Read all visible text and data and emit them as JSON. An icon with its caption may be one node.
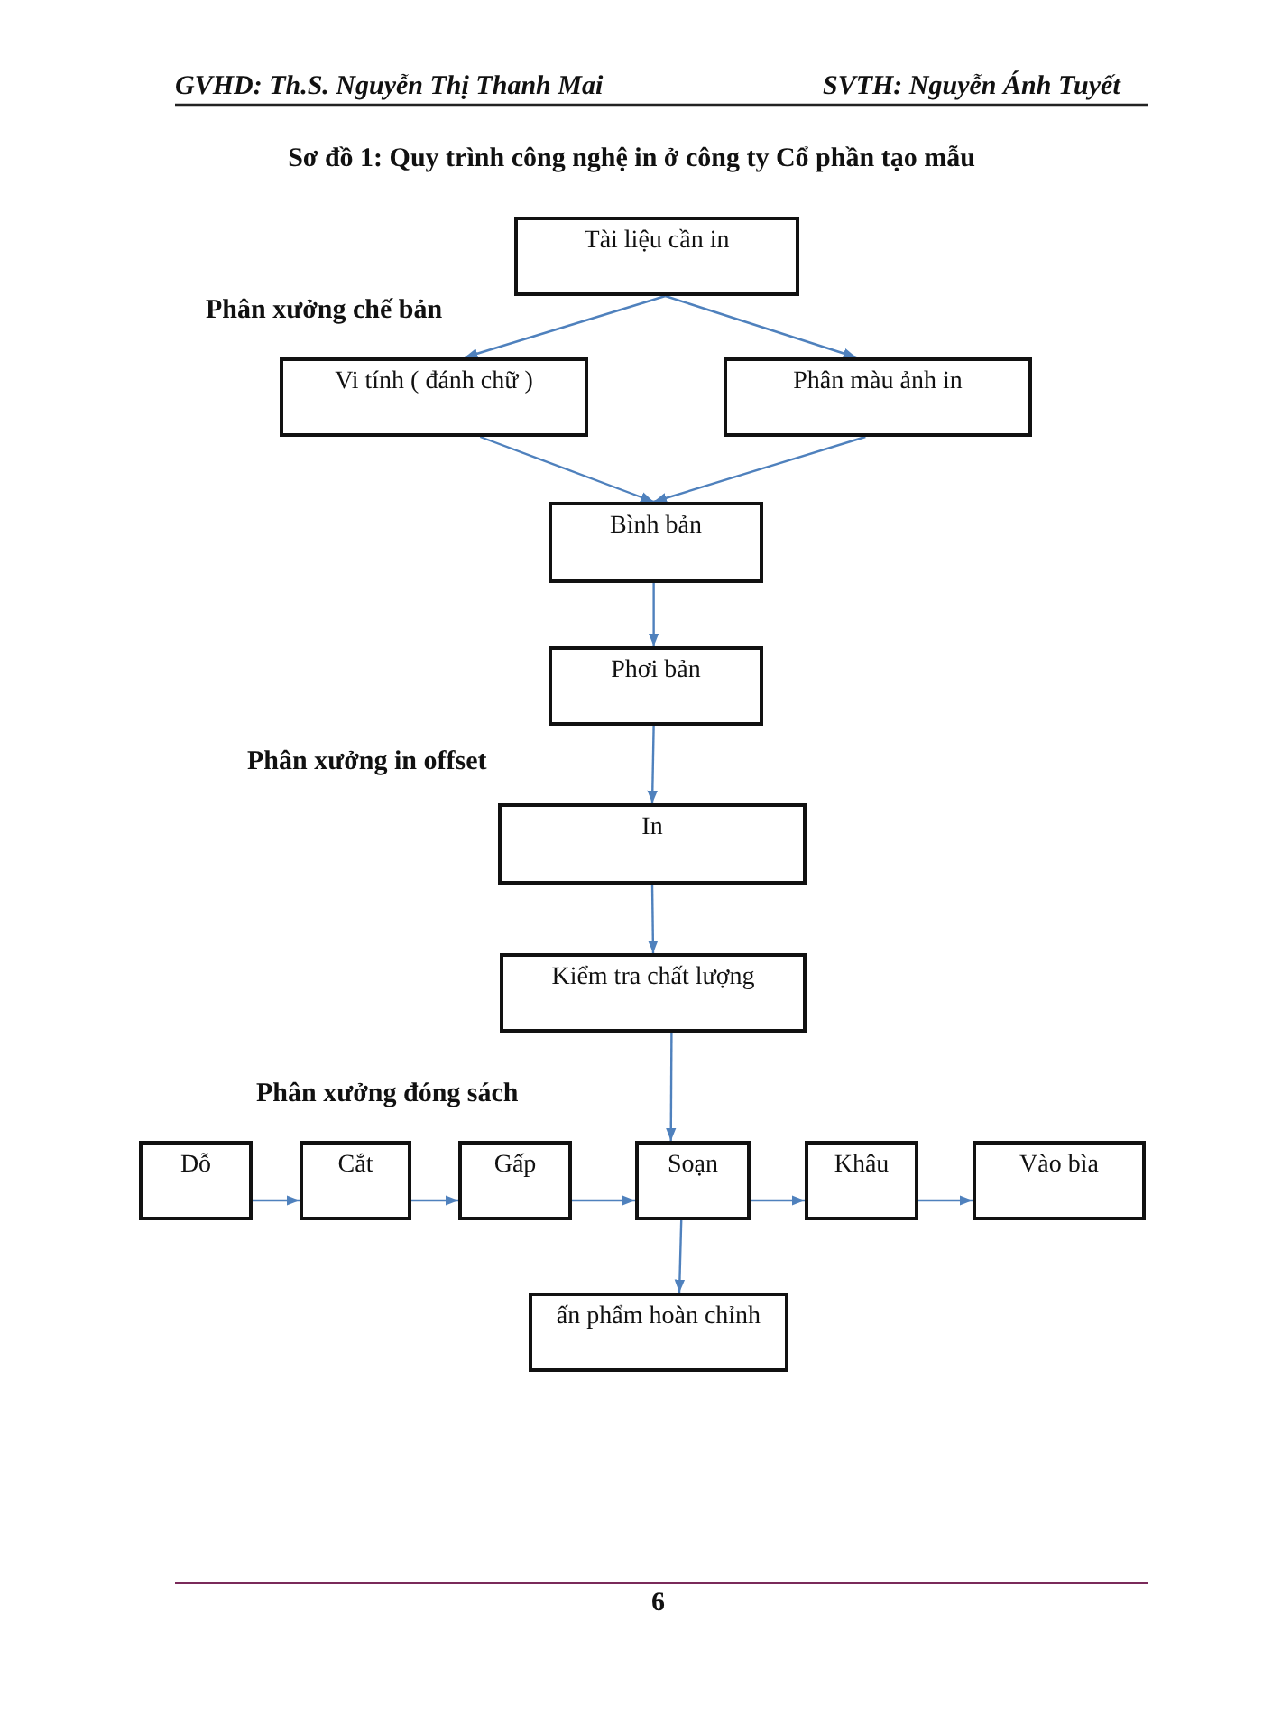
{
  "diagram": {
    "title": "Sơ đồ 1:  Quy trình công nghệ in ở công ty Cổ phần tạo mẫu",
    "nodes": [
      {
        "text": [
          "Tài liệu cần in"
        ]
      },
      {
        "text": [
          "Vi tính ( đánh chữ )"
        ]
      },
      {
        "text": [
          "Phân màu ảnh in"
        ]
      },
      {
        "text": [
          "Bình bản"
        ]
      },
      {
        "text": [
          "Phơi bản"
        ]
      },
      {
        "text": [
          "In"
        ]
      },
      {
        "text": [
          "Kiểm tra chất lượng"
        ]
      },
      {
        "text": [
          "Dỗ"
        ]
      },
      {
        "text": [
          "Cắt"
        ]
      },
      {
        "text": [
          "Gấp"
        ]
      },
      {
        "text": [
          "Soạn"
        ]
      },
      {
        "text": [
          "Khâu"
        ]
      },
      {
        "text": [
          "Vào bìa"
        ]
      },
      {
        "text": [
          "ấn phẩm hoàn chỉnh"
        ]
      }
    ],
    "edges": [
      {
        "from": 0,
        "to": 1,
        "arrow": "to"
      },
      {
        "from": 0,
        "to": 2,
        "arrow": "to"
      },
      {
        "from": 1,
        "to": 3,
        "arrow": "to"
      },
      {
        "from": 2,
        "to": 3,
        "arrow": "to"
      },
      {
        "from": 3,
        "to": 4,
        "arrow": "to"
      },
      {
        "from": 4,
        "to": 5,
        "arrow": "to"
      },
      {
        "from": 5,
        "to": 6,
        "arrow": "to"
      },
      {
        "from": 6,
        "to": 10,
        "arrow": "to"
      },
      {
        "from": 7,
        "to": 8,
        "arrow": "to"
      },
      {
        "from": 8,
        "to": 9,
        "arrow": "to"
      },
      {
        "from": 9,
        "to": 10,
        "arrow": "to"
      },
      {
        "from": 10,
        "to": 11,
        "arrow": "to"
      },
      {
        "from": 11,
        "to": 12,
        "arrow": "to"
      },
      {
        "from": 10,
        "to": 13,
        "arrow": "to"
      }
    ],
    "labels": [
      "GVHD:  Th.S. Nguyễn Thị Thanh Mai",
      "SVTH:  Nguyễn Ánh Tuyết",
      "Phân xưởng chế bản",
      "Phân xưởng in  offset",
      "Phân xưởng đóng sách",
      "6"
    ]
  }
}
